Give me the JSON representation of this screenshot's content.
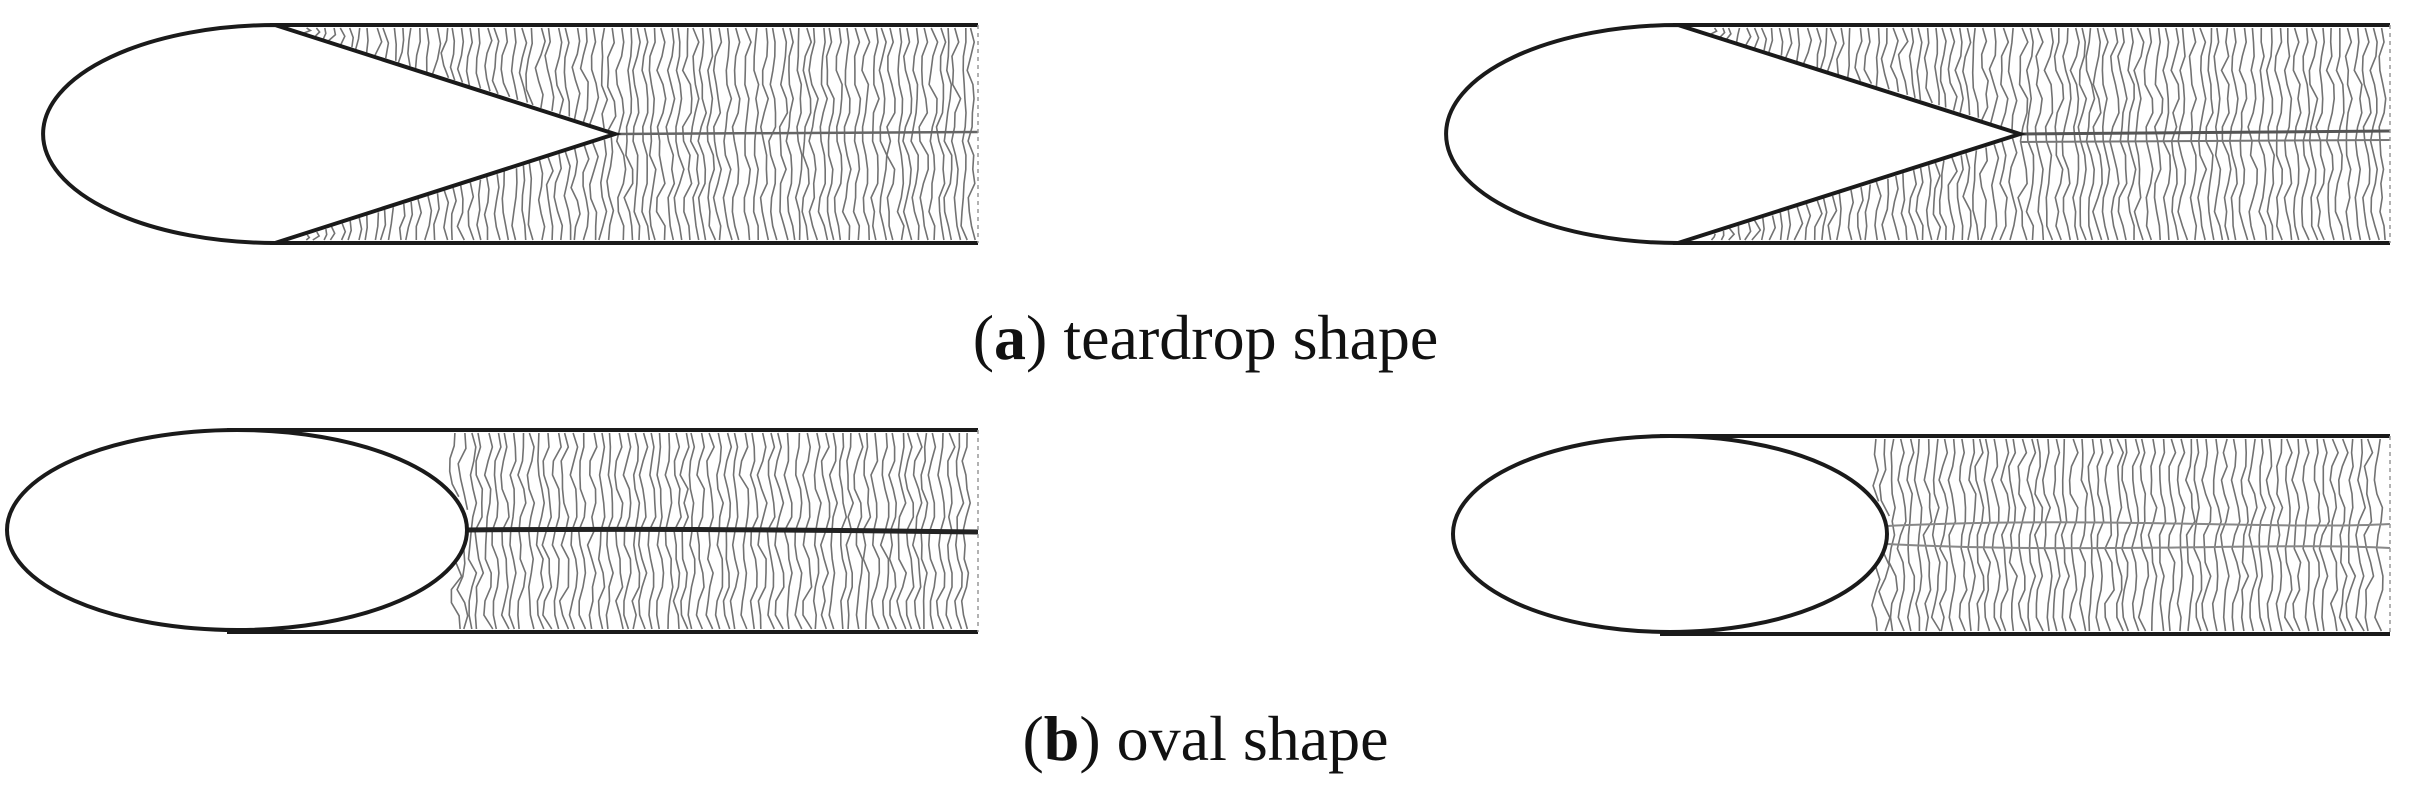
{
  "figure": {
    "captions": [
      {
        "letter": "a",
        "text": "teardrop shape"
      },
      {
        "letter": "b",
        "text": "oval shape"
      }
    ],
    "panels": [
      {
        "row": "a",
        "shape": "teardrop",
        "wake": "thin single streak"
      },
      {
        "row": "a",
        "shape": "teardrop",
        "wake": "double wake band"
      },
      {
        "row": "b",
        "shape": "oval",
        "wake": "dark centerline streak"
      },
      {
        "row": "b",
        "shape": "oval",
        "wake": "wide light wake band"
      }
    ],
    "colors": {
      "ink": "#1a1a1a",
      "streak": "#5a5a5a",
      "background": "#ffffff"
    }
  }
}
